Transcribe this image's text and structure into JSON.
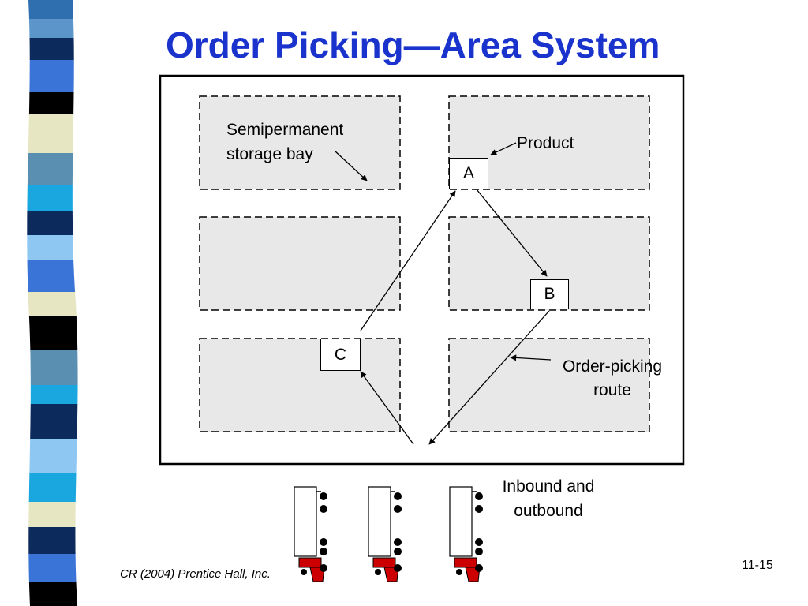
{
  "title": "Order Picking—Area System",
  "bay_label_line1": "Semipermanent",
  "bay_label_line2": "storage bay",
  "product_label": "Product",
  "stops": {
    "a": "A",
    "b": "B",
    "c": "C"
  },
  "route_label_line1": "Order-picking",
  "route_label_line2": "route",
  "dock_label_line1": "Inbound and",
  "dock_label_line2": "outbound",
  "footer": "CR (2004) Prentice Hall, Inc.",
  "page_number": "11-15",
  "colors": {
    "title": "#1a33cc",
    "bay_fill": "#e8e8e8",
    "truck_cab": "#cc0000"
  }
}
